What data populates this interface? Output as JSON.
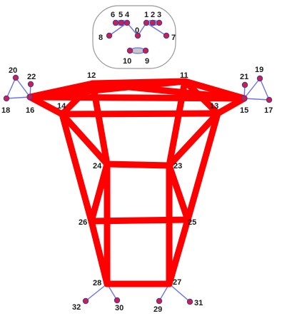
{
  "colors": {
    "background": "#ffffff",
    "thick_edge": "#ff0000",
    "thin_edge": "#6b74e6",
    "keypoint_fill": "#d81c3f",
    "keypoint_stroke": "#4a3aa8",
    "head_outline": "#9a9a9a",
    "eye_oval": "#c8c8c8"
  },
  "keypoint_labels": {
    "k0": "0",
    "k1": "1",
    "k2": "2",
    "k3": "3",
    "k4": "4",
    "k5": "5",
    "k6": "6",
    "k7": "7",
    "k8": "8",
    "k9": "9",
    "k10": "10",
    "k11": "11",
    "k12": "12",
    "k13": "13",
    "k14": "14",
    "k15": "15",
    "k16": "16",
    "k17": "17",
    "k18": "18",
    "k19": "19",
    "k20": "20",
    "k21": "21",
    "k22": "22",
    "k23": "23",
    "k24": "24",
    "k25": "25",
    "k26": "26",
    "k27": "27",
    "k28": "28",
    "k29": "29",
    "k30": "30",
    "k31": "31",
    "k32": "32"
  }
}
